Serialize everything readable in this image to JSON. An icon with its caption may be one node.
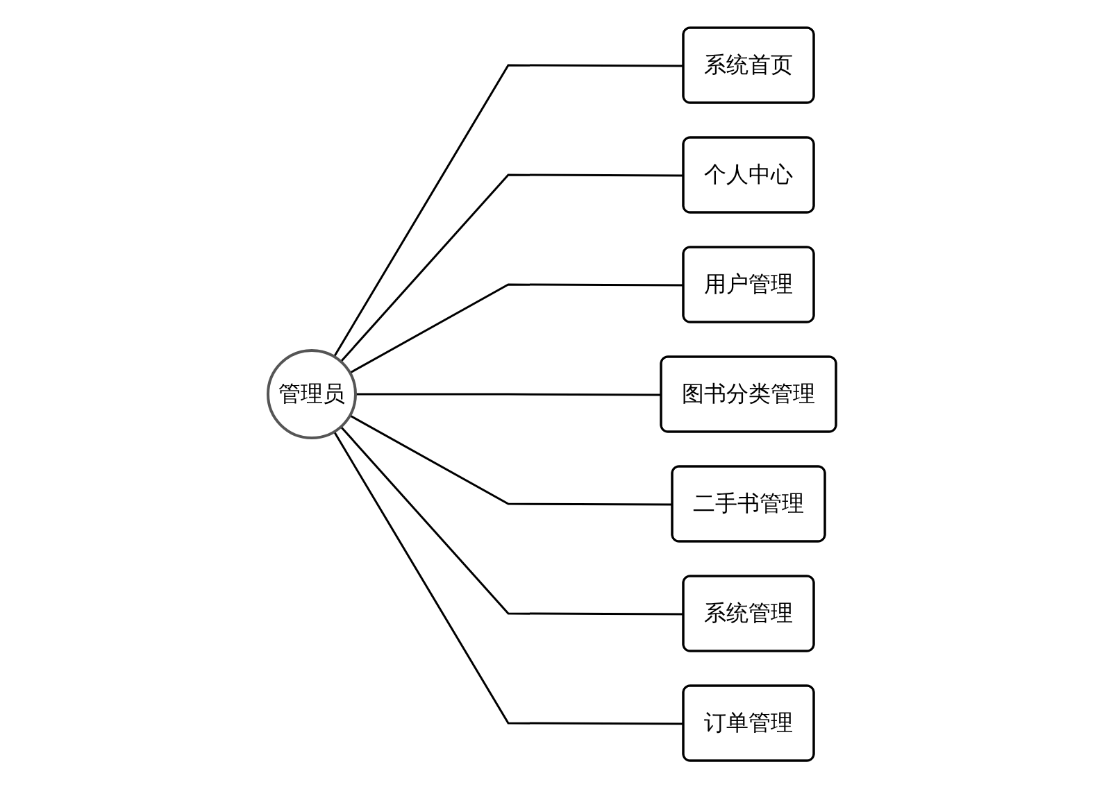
{
  "diagram": {
    "nodes": [
      {
        "text": [
          "管理员"
        ]
      },
      {
        "text": [
          "系统首页"
        ]
      },
      {
        "text": [
          "个人中心"
        ]
      },
      {
        "text": [
          "用户管理"
        ]
      },
      {
        "text": [
          "图书分类管理"
        ]
      },
      {
        "text": [
          "二手书管理"
        ]
      },
      {
        "text": [
          "系统管理"
        ]
      },
      {
        "text": [
          "订单管理"
        ]
      }
    ],
    "edges": [
      {
        "from": 0,
        "to": 1,
        "arrow": "none"
      },
      {
        "from": 0,
        "to": 2,
        "arrow": "none"
      },
      {
        "from": 0,
        "to": 3,
        "arrow": "none"
      },
      {
        "from": 0,
        "to": 4,
        "arrow": "none"
      },
      {
        "from": 0,
        "to": 5,
        "arrow": "none"
      },
      {
        "from": 0,
        "to": 6,
        "arrow": "none"
      },
      {
        "from": 0,
        "to": 7,
        "arrow": "none"
      }
    ]
  }
}
